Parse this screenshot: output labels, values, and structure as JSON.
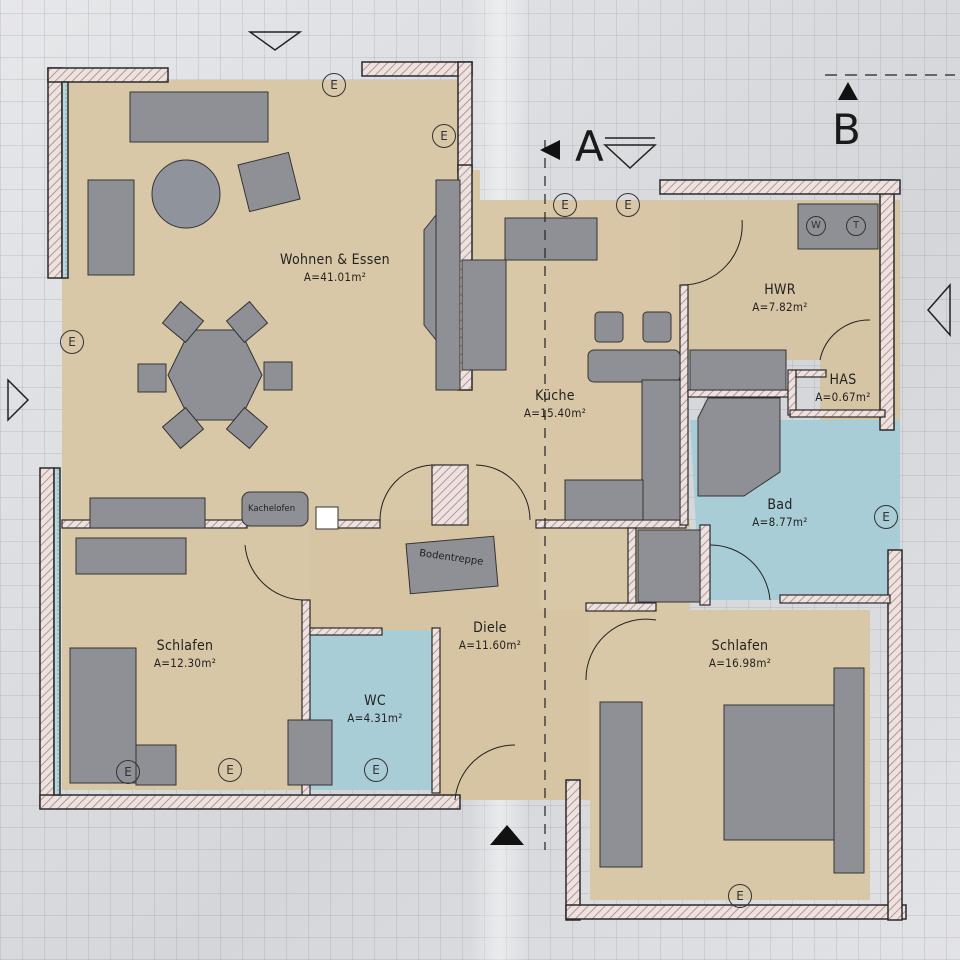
{
  "plan": {
    "type": "floor plan (Grundriss), photographed",
    "section_markers": [
      {
        "letter": "A",
        "position": "top-center"
      },
      {
        "letter": "B",
        "position": "top-right"
      }
    ],
    "rooms": [
      {
        "id": "wohnen",
        "name": "Wohnen & Essen",
        "area": "A=41.01m²"
      },
      {
        "id": "kueche",
        "name": "Küche",
        "area": "A=15.40m²"
      },
      {
        "id": "hwr",
        "name": "HWR",
        "area": "A=7.82m²"
      },
      {
        "id": "has",
        "name": "HAS",
        "area": "A=0.67m²"
      },
      {
        "id": "bad",
        "name": "Bad",
        "area": "A=8.77m²"
      },
      {
        "id": "schlafen1",
        "name": "Schlafen",
        "area": "A=12.30m²"
      },
      {
        "id": "wc",
        "name": "WC",
        "area": "A=4.31m²"
      },
      {
        "id": "diele",
        "name": "Diele",
        "area": "A=11.60m²"
      },
      {
        "id": "schlafen2",
        "name": "Schlafen",
        "area": "A=16.98m²"
      }
    ],
    "fixtures": {
      "kachelofen": "Kachelofen",
      "bodentreppe": "Bodentreppe",
      "washer": "W",
      "dryer": "T"
    },
    "outlet_marker": "E",
    "colors": {
      "floor_living": "#d9c8a8",
      "floor_wet": "#a9cdd6",
      "furniture": "#8e9096",
      "wall_line": "#2a2a2a",
      "wall_hatch": "#c9a8a8",
      "insulation": "#9fc4c9"
    }
  }
}
